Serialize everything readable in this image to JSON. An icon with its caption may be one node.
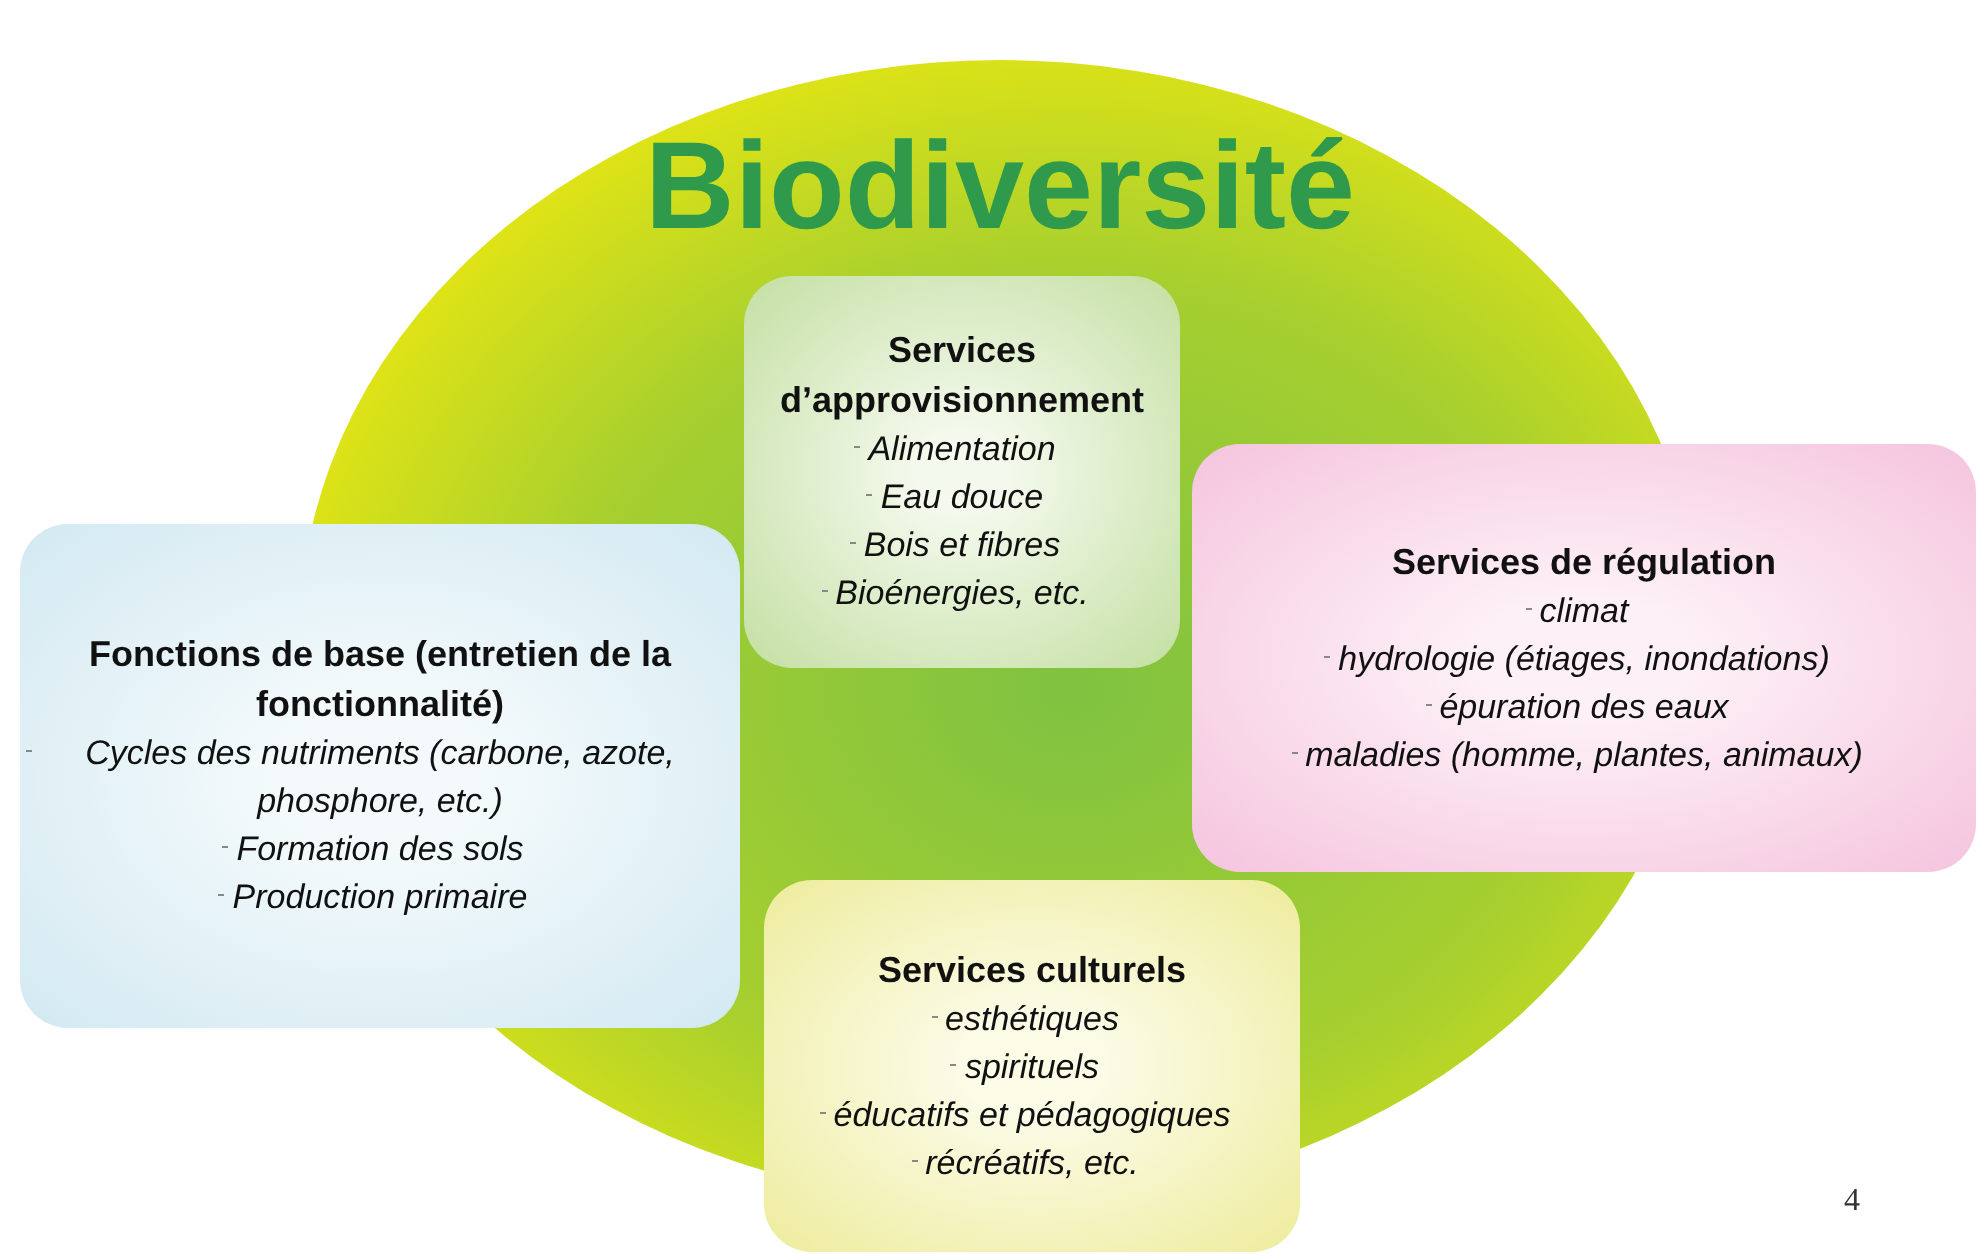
{
  "diagram": {
    "nodes": [
      {
        "text": [
          "Biodiversité"
        ]
      },
      {
        "text": [
          "Services d’approvisionnement",
          "Alimentation",
          "Eau douce",
          "Bois et fibres",
          "Bioénergies, etc."
        ],
        "in": 0
      },
      {
        "text": [
          "Services de régulation",
          "climat",
          "hydrologie (étiages, inondations)",
          "épuration des eaux",
          "maladies (homme, plantes, animaux)"
        ]
      },
      {
        "text": [
          "Fonctions de base (entretien de la fonctionnalité)",
          "Cycles des nutriments (carbone, azote, phosphore, etc.)",
          "Formation des sols",
          "Production primaire"
        ]
      },
      {
        "text": [
          "Services culturels",
          "esthétiques",
          "spirituels",
          "éducatifs et pédagogiques",
          "récréatifs, etc."
        ]
      }
    ],
    "labels": [
      "4"
    ]
  }
}
